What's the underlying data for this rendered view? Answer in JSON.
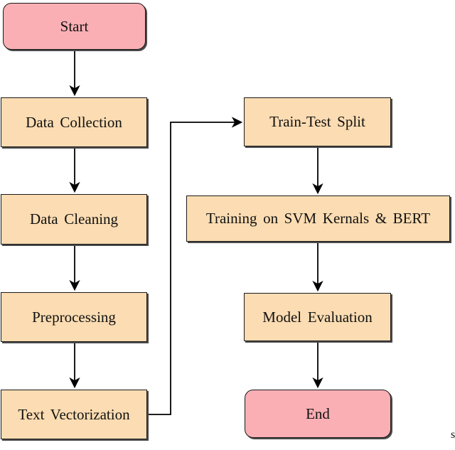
{
  "diagram": {
    "type": "flowchart",
    "colors": {
      "terminator_fill": "#F9AFB4",
      "process_fill": "#FCDCB2",
      "border": "#1A1A1A",
      "shadow": "#4A4A4A",
      "arrow": "#000000",
      "background": "#FFFFFF"
    },
    "nodes": {
      "start": {
        "label": "Start",
        "shape": "rounded-terminator"
      },
      "data_collection": {
        "label": "Data Collection",
        "shape": "process"
      },
      "data_cleaning": {
        "label": "Data Cleaning",
        "shape": "process"
      },
      "preprocessing": {
        "label": "Preprocessing",
        "shape": "process"
      },
      "text_vectorization": {
        "label": "Text Vectorization",
        "shape": "process"
      },
      "train_test_split": {
        "label": "Train-Test Split",
        "shape": "process"
      },
      "training": {
        "label": "Training on SVM Kernals & BERT",
        "shape": "process"
      },
      "model_evaluation": {
        "label": "Model Evaluation",
        "shape": "process"
      },
      "end": {
        "label": "End",
        "shape": "rounded-terminator"
      }
    },
    "edges": [
      {
        "from": "start",
        "to": "data_collection",
        "route": "straight-down"
      },
      {
        "from": "data_collection",
        "to": "data_cleaning",
        "route": "straight-down"
      },
      {
        "from": "data_cleaning",
        "to": "preprocessing",
        "route": "straight-down"
      },
      {
        "from": "preprocessing",
        "to": "text_vectorization",
        "route": "straight-down"
      },
      {
        "from": "text_vectorization",
        "to": "train_test_split",
        "route": "right-up-right-elbow"
      },
      {
        "from": "train_test_split",
        "to": "training",
        "route": "straight-down"
      },
      {
        "from": "training",
        "to": "model_evaluation",
        "route": "straight-down"
      },
      {
        "from": "model_evaluation",
        "to": "end",
        "route": "straight-down"
      }
    ]
  },
  "footer": {
    "partial_text": "s"
  }
}
